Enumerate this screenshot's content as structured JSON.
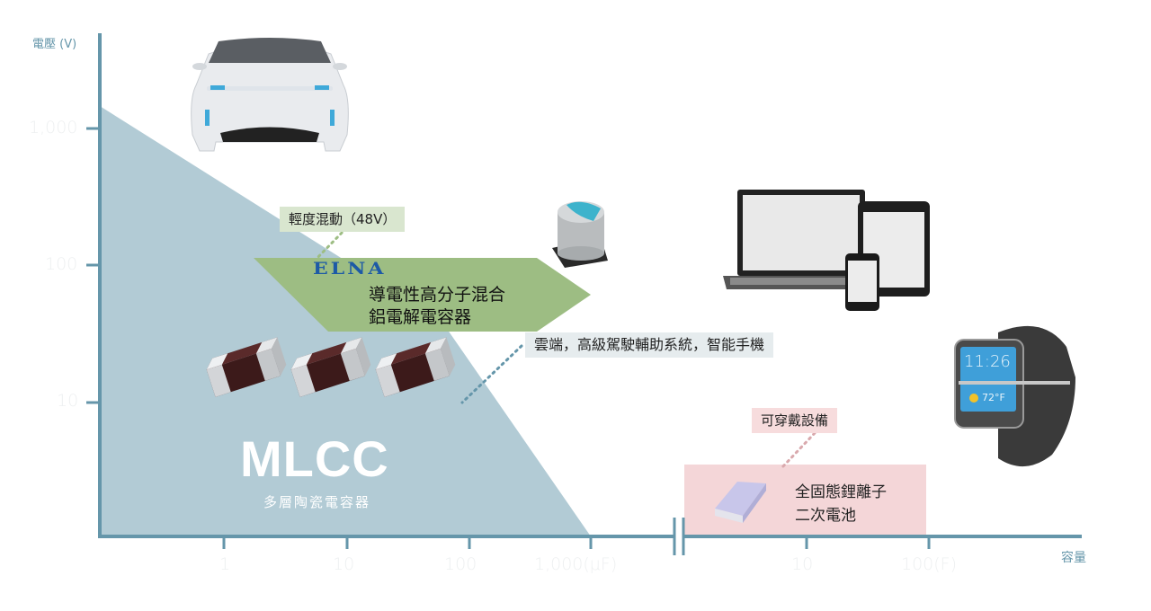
{
  "chart_data": {
    "type": "diagram",
    "title": "",
    "xlabel": "容量",
    "ylabel": "電壓 (V)",
    "x_ticks_left": [
      "1",
      "10",
      "100",
      "1,000(μF)"
    ],
    "x_ticks_right": [
      "10",
      "100(F)"
    ],
    "y_ticks": [
      "1,000",
      "100",
      "10"
    ],
    "x_axis_break": true,
    "regions": [
      {
        "name": "MLCC",
        "subtitle": "多層陶瓷電容器",
        "color": "#b2cbd5"
      },
      {
        "name": "ELNA 導電性高分子混合鋁電解電容器",
        "color": "#9dbd83"
      },
      {
        "name": "全固態鋰離子二次電池",
        "color": "#f4d6d8"
      }
    ]
  },
  "axes": {
    "y_title": "電壓 (V)",
    "x_title": "容量",
    "y_ticks": [
      "1,000",
      "100",
      "10"
    ],
    "x_ticks_left": [
      "1",
      "10",
      "100",
      "1,000(μF)"
    ],
    "x_ticks_right": [
      "10",
      "100(F)"
    ],
    "color": "#6596aa"
  },
  "mlcc": {
    "title": "MLCC",
    "subtitle": "多層陶瓷電容器",
    "color": "#b2cbd5"
  },
  "hybrid": {
    "brand": "ELNA",
    "line1": "導電性高分子混合",
    "line2": "鋁電解電容器",
    "color": "#9dbd83"
  },
  "battery": {
    "line1": "全固態鋰離子",
    "line2": "二次電池",
    "color": "#f4d6d8"
  },
  "callouts": {
    "mild_hybrid": "輕度混動（48V）",
    "applications": "雲端，高級駕駛輔助系統，智能手機",
    "wearables": "可穿戴設備"
  },
  "images": {
    "car": "car-icon",
    "capacitor": "capacitor-icon",
    "devices": "laptop-tablet-phone-icon",
    "smartwatch": "smartwatch-icon",
    "mlcc_chip": "mlcc-chip-icon",
    "battery_cell": "battery-cell-icon"
  },
  "smartwatch": {
    "time": "11:26",
    "temp": "72°F"
  }
}
